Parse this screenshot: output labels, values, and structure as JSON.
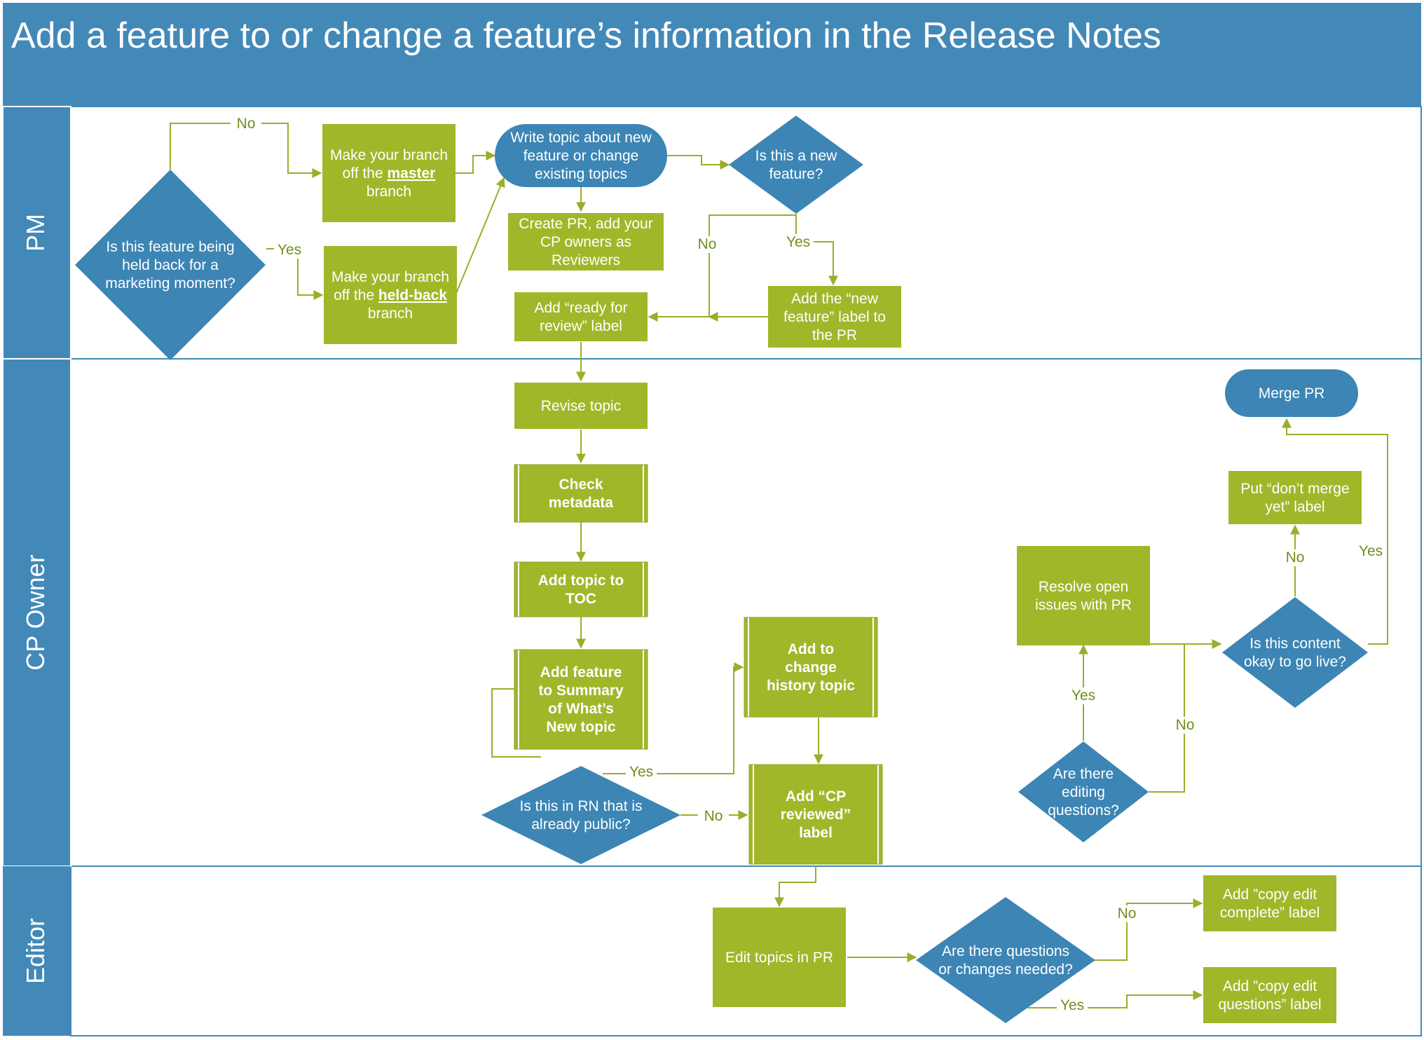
{
  "title": "Add a feature to or change a feature’s information in the Release Notes",
  "colors": {
    "header": "#4289b8",
    "green": "#a2b62a",
    "blue": "#3c85b4",
    "edge": "#9aae2a",
    "label": "#6f8f1c"
  },
  "lanes": [
    {
      "id": "pm",
      "label": "PM"
    },
    {
      "id": "cp",
      "label": "CP Owner"
    },
    {
      "id": "editor",
      "label": "Editor"
    }
  ],
  "nodes": [
    {
      "id": "held_back",
      "shape": "diamond",
      "lines": [
        "Is this feature being",
        "held back for a",
        "marketing moment?"
      ]
    },
    {
      "id": "branch_master",
      "shape": "rect",
      "lines": [
        [
          {
            "t": "Make your branch"
          }
        ],
        [
          {
            "t": "off the "
          },
          {
            "t": "master",
            "b": true,
            "u": true
          }
        ],
        [
          {
            "t": "branch"
          }
        ]
      ]
    },
    {
      "id": "branch_heldback",
      "shape": "rect",
      "lines": [
        [
          {
            "t": "Make your branch"
          }
        ],
        [
          {
            "t": "off the "
          },
          {
            "t": "held-back",
            "b": true,
            "u": true
          }
        ],
        [
          {
            "t": "branch"
          }
        ]
      ]
    },
    {
      "id": "write_topic",
      "shape": "pill",
      "lines": [
        "Write topic about new",
        "feature or change",
        "existing topics"
      ]
    },
    {
      "id": "is_new",
      "shape": "diamond",
      "lines": [
        "Is this a new",
        "feature?"
      ]
    },
    {
      "id": "create_pr",
      "shape": "rect",
      "lines": [
        "Create PR, add your",
        "CP owners as",
        "Reviewers"
      ]
    },
    {
      "id": "ready_review",
      "shape": "rect",
      "lines": [
        "Add “ready for",
        "review” label"
      ]
    },
    {
      "id": "new_feature_label",
      "shape": "rect",
      "lines": [
        "Add the “new",
        "feature” label to",
        "the PR"
      ]
    },
    {
      "id": "revise",
      "shape": "rect",
      "lines": [
        "Revise topic"
      ]
    },
    {
      "id": "check_meta",
      "shape": "process",
      "bold": true,
      "lines": [
        "Check",
        "metadata"
      ]
    },
    {
      "id": "add_toc",
      "shape": "process",
      "bold": true,
      "lines": [
        "Add topic to",
        "TOC"
      ]
    },
    {
      "id": "add_summary",
      "shape": "process",
      "bold": true,
      "lines": [
        "Add feature",
        "to Summary",
        "of What’s",
        "New topic"
      ]
    },
    {
      "id": "is_public",
      "shape": "diamond",
      "lines": [
        "Is this in RN that is",
        "already public?"
      ]
    },
    {
      "id": "change_history",
      "shape": "process",
      "bold": true,
      "lines": [
        "Add to",
        "change",
        "history topic"
      ]
    },
    {
      "id": "cp_reviewed",
      "shape": "process",
      "bold": true,
      "lines": [
        "Add “CP",
        "reviewed”",
        "label"
      ]
    },
    {
      "id": "editing_q",
      "shape": "diamond",
      "lines": [
        "Are there",
        "editing",
        "questions?"
      ]
    },
    {
      "id": "resolve",
      "shape": "rect",
      "lines": [
        "Resolve open",
        "issues with PR"
      ]
    },
    {
      "id": "go_live",
      "shape": "diamond",
      "lines": [
        "Is this content",
        "okay to go live?"
      ]
    },
    {
      "id": "dont_merge",
      "shape": "rect",
      "lines": [
        "Put “don’t merge",
        "yet” label"
      ]
    },
    {
      "id": "merge",
      "shape": "pill",
      "lines": [
        "Merge PR"
      ]
    },
    {
      "id": "edit_topics",
      "shape": "rect",
      "lines": [
        "Edit topics in PR"
      ]
    },
    {
      "id": "questions_needed",
      "shape": "diamond",
      "lines": [
        "Are there questions",
        "or changes needed?"
      ]
    },
    {
      "id": "copy_complete",
      "shape": "rect",
      "lines": [
        "Add ”copy edit",
        "complete” label"
      ]
    },
    {
      "id": "copy_questions",
      "shape": "rect",
      "lines": [
        "Add ”copy edit",
        "questions” label"
      ]
    }
  ],
  "edge_labels": {
    "no": "No",
    "yes": "Yes"
  }
}
